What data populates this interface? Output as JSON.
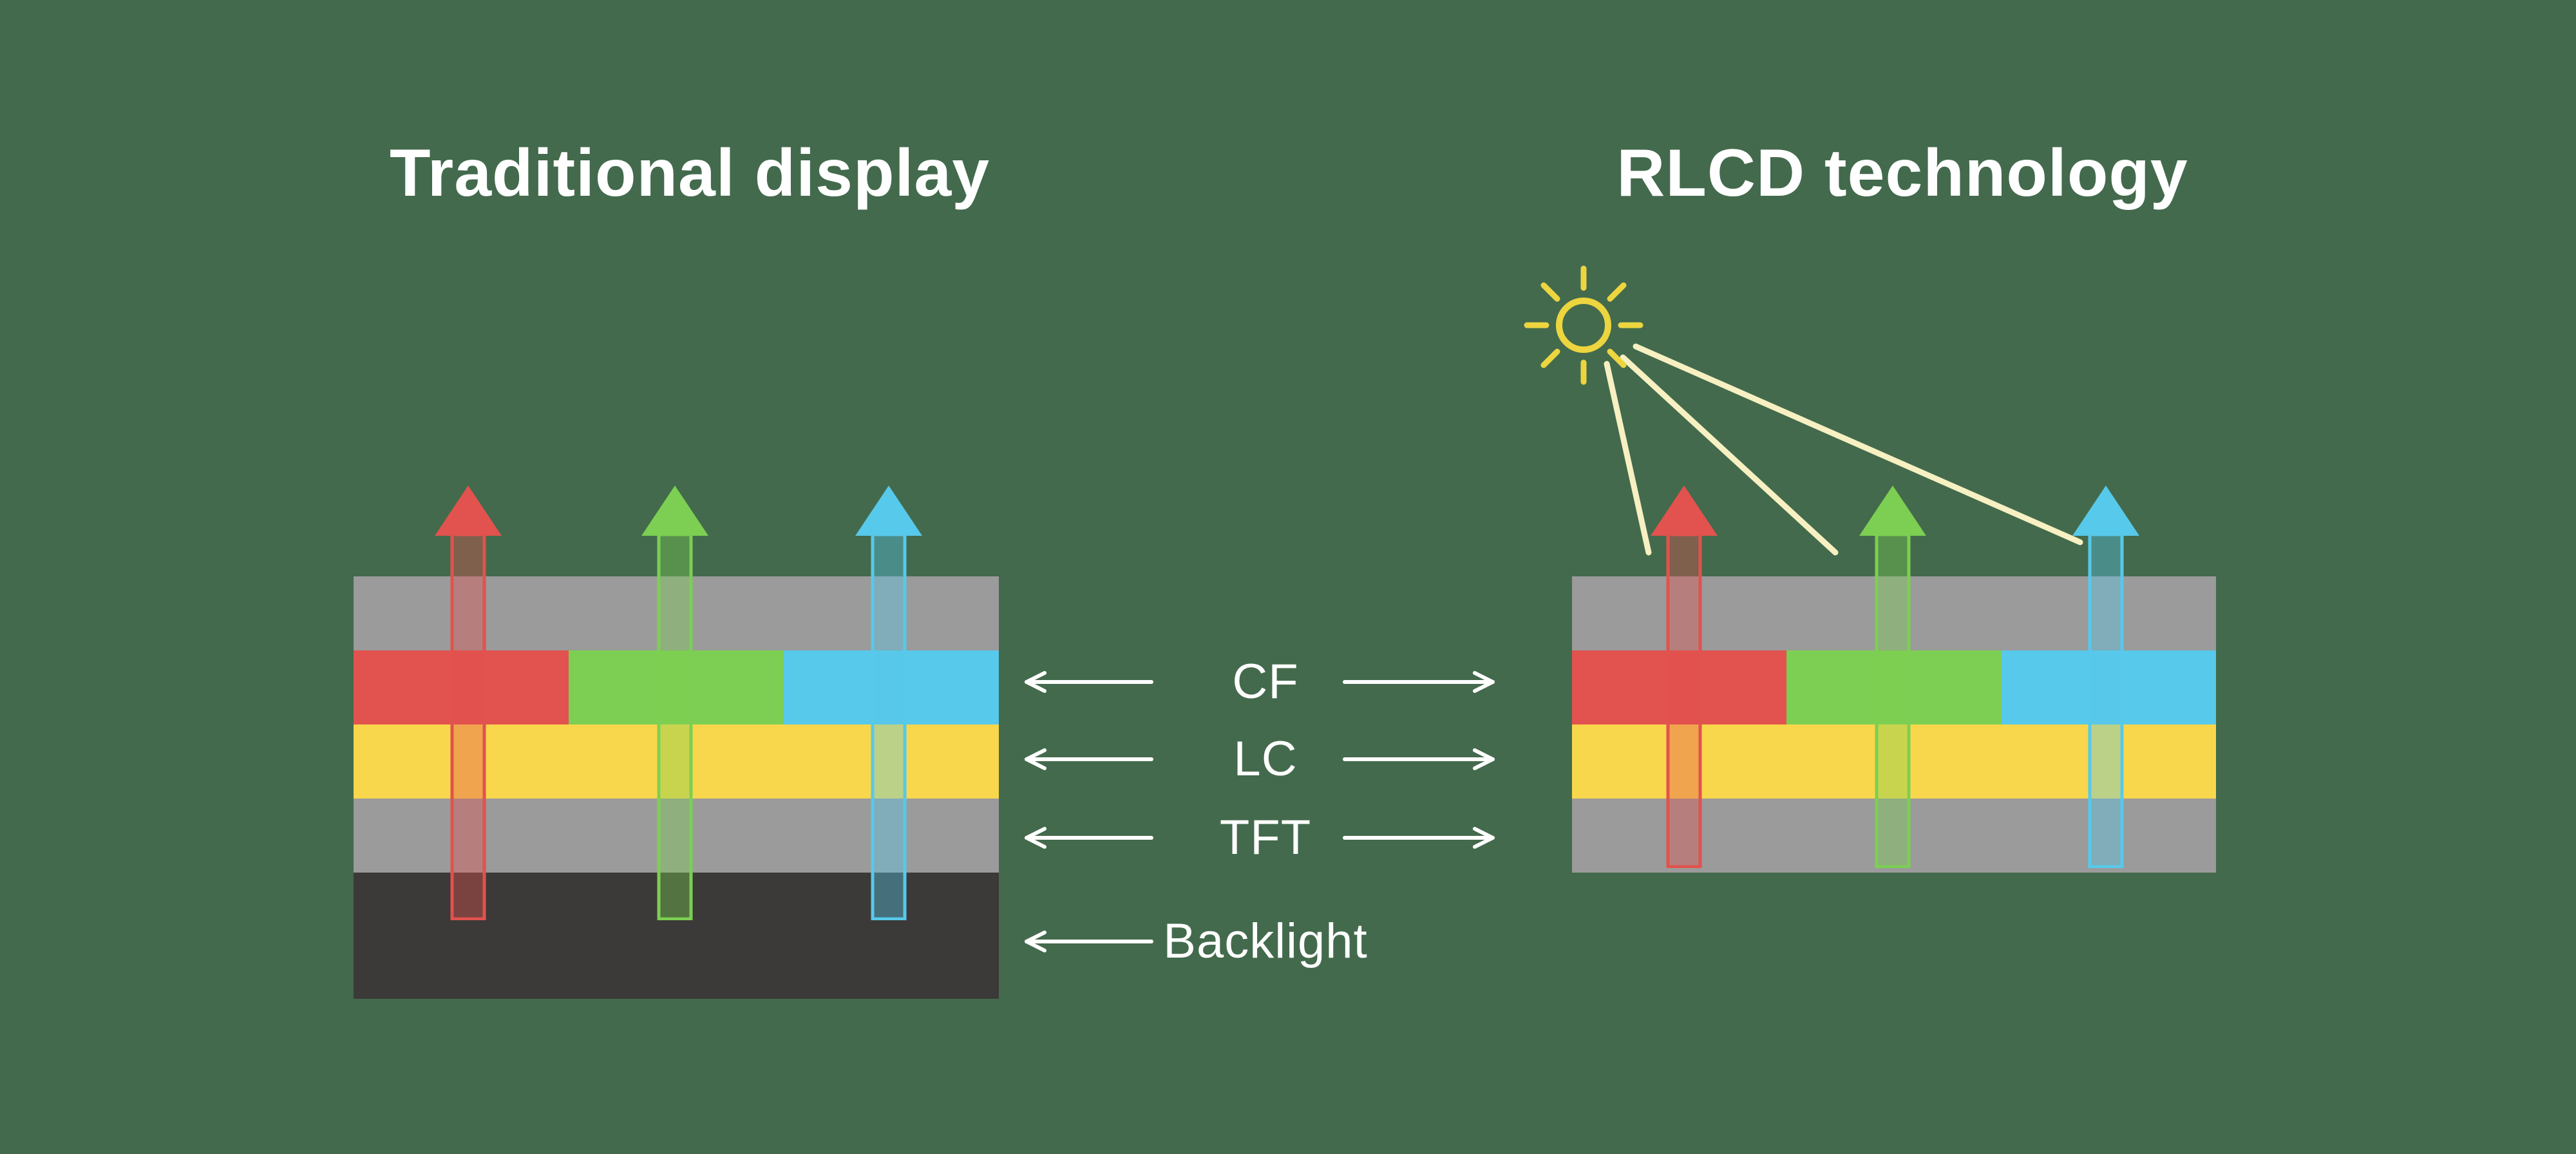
{
  "titles": {
    "left": "Traditional display",
    "right": "RLCD technology"
  },
  "layer_labels": {
    "cf": "CF",
    "lc": "LC",
    "tft": "TFT",
    "backlight": "Backlight"
  },
  "colors": {
    "bg": "#436a4c",
    "panel-gray": "#9b9b9b",
    "red": "#e2524e",
    "green": "#7ccf52",
    "cyan": "#57c9ea",
    "yellow": "#f8d74c",
    "backlight-dark": "#3b3a38",
    "text": "#ffffff",
    "sun": "#edd53f",
    "beam": "#f7f0c2"
  },
  "icons": {
    "sun": "sun-icon",
    "up_arrows": [
      "red-up-arrow-icon",
      "green-up-arrow-icon",
      "cyan-up-arrow-icon"
    ],
    "pointer_arrows": [
      "left-arrow-icon",
      "right-arrow-icon"
    ],
    "light_beams": [
      "light-beam-1",
      "light-beam-2",
      "light-beam-3"
    ]
  }
}
